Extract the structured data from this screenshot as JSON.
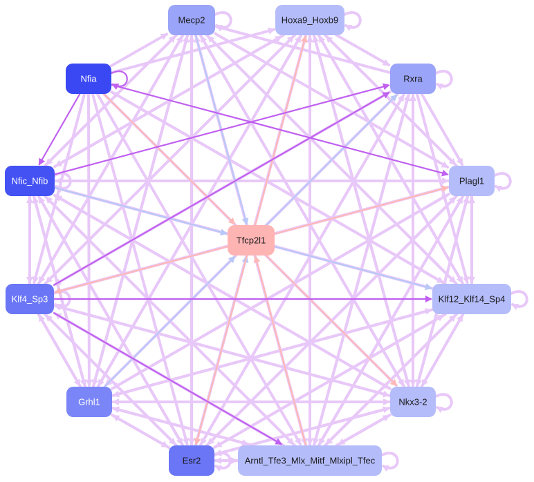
{
  "colors": {
    "edge_default": "#e8c8f8",
    "edge_strong": "#c060f0",
    "edge_blue": "#b8c8f8",
    "edge_salmon": "#ffb8b8"
  },
  "nodes": [
    {
      "id": "mecp2",
      "label": "Mecp2",
      "fill": "#9aa4f8",
      "text": "#1a1a1a"
    },
    {
      "id": "hoxa9",
      "label": "Hoxa9_Hoxb9",
      "fill": "#b4bcfa",
      "text": "#1a1a1a"
    },
    {
      "id": "nfia",
      "label": "Nfia",
      "fill": "#3a48f4",
      "text": "#ffffff"
    },
    {
      "id": "rxra",
      "label": "Rxra",
      "fill": "#9aa4f8",
      "text": "#1a1a1a"
    },
    {
      "id": "nfic",
      "label": "Nfic_Nfib",
      "fill": "#4452f4",
      "text": "#ffffff"
    },
    {
      "id": "plagl1",
      "label": "Plagl1",
      "fill": "#b4bcfa",
      "text": "#1a1a1a"
    },
    {
      "id": "tfcp2l1",
      "label": "Tfcp2l1",
      "fill": "#ffb4b4",
      "text": "#1a1a1a"
    },
    {
      "id": "klf4",
      "label": "Klf4_Sp3",
      "fill": "#6a76f6",
      "text": "#ffffff"
    },
    {
      "id": "klf12",
      "label": "Klf12_Klf14_Sp4",
      "fill": "#b4bcfa",
      "text": "#1a1a1a"
    },
    {
      "id": "grhl1",
      "label": "Grhl1",
      "fill": "#7a86f8",
      "text": "#ffffff"
    },
    {
      "id": "nkx32",
      "label": "Nkx3-2",
      "fill": "#b4bcfa",
      "text": "#1a1a1a"
    },
    {
      "id": "esr2",
      "label": "Esr2",
      "fill": "#6a76f6",
      "text": "#1a1a1a"
    },
    {
      "id": "arntl",
      "label": "Arntl_Tfe3_Mlx_Mitf_Mlxipl_Tfec",
      "fill": "#b4bcfa",
      "text": "#1a1a1a"
    }
  ],
  "edges": [
    {
      "from": "nfia",
      "to": "nfia",
      "kind": "strong"
    },
    {
      "from": "nfia",
      "to": "nfic",
      "kind": "strong"
    },
    {
      "from": "nfia",
      "to": "plagl1",
      "kind": "strong"
    },
    {
      "from": "nfic",
      "to": "rxra",
      "kind": "strong"
    },
    {
      "from": "klf4",
      "to": "klf12",
      "kind": "strong"
    },
    {
      "from": "klf4",
      "to": "arntl",
      "kind": "strong"
    },
    {
      "from": "klf4",
      "to": "rxra",
      "kind": "strong"
    },
    {
      "from": "mecp2",
      "to": "tfcp2l1",
      "kind": "blue"
    },
    {
      "from": "nfic",
      "to": "tfcp2l1",
      "kind": "blue"
    },
    {
      "from": "grhl1",
      "to": "tfcp2l1",
      "kind": "blue"
    },
    {
      "from": "tfcp2l1",
      "to": "rxra",
      "kind": "blue"
    },
    {
      "from": "tfcp2l1",
      "to": "klf12",
      "kind": "blue"
    },
    {
      "from": "esr2",
      "to": "tfcp2l1",
      "kind": "blue"
    },
    {
      "from": "nfia",
      "to": "tfcp2l1",
      "kind": "salmon"
    },
    {
      "from": "tfcp2l1",
      "to": "hoxa9",
      "kind": "salmon"
    },
    {
      "from": "tfcp2l1",
      "to": "plagl1",
      "kind": "salmon"
    },
    {
      "from": "tfcp2l1",
      "to": "klf4",
      "kind": "salmon"
    },
    {
      "from": "tfcp2l1",
      "to": "nkx32",
      "kind": "salmon"
    },
    {
      "from": "tfcp2l1",
      "to": "esr2",
      "kind": "salmon"
    },
    {
      "from": "arntl",
      "to": "tfcp2l1",
      "kind": "salmon"
    },
    {
      "from": "mecp2",
      "to": "mecp2",
      "kind": "default"
    },
    {
      "from": "hoxa9",
      "to": "hoxa9",
      "kind": "default"
    },
    {
      "from": "rxra",
      "to": "rxra",
      "kind": "default"
    },
    {
      "from": "nfic",
      "to": "nfic",
      "kind": "default"
    },
    {
      "from": "plagl1",
      "to": "plagl1",
      "kind": "default"
    },
    {
      "from": "klf4",
      "to": "klf4",
      "kind": "default"
    },
    {
      "from": "klf12",
      "to": "klf12",
      "kind": "default"
    },
    {
      "from": "nkx32",
      "to": "nkx32",
      "kind": "default"
    },
    {
      "from": "esr2",
      "to": "esr2",
      "kind": "default"
    },
    {
      "from": "arntl",
      "to": "arntl",
      "kind": "default"
    },
    {
      "from": "mecp2",
      "to": "klf4",
      "kind": "default"
    },
    {
      "from": "mecp2",
      "to": "grhl1",
      "kind": "default"
    },
    {
      "from": "mecp2",
      "to": "esr2",
      "kind": "default"
    },
    {
      "from": "mecp2",
      "to": "arntl",
      "kind": "default"
    },
    {
      "from": "mecp2",
      "to": "nkx32",
      "kind": "default"
    },
    {
      "from": "mecp2",
      "to": "klf12",
      "kind": "default"
    },
    {
      "from": "mecp2",
      "to": "plagl1",
      "kind": "default"
    },
    {
      "from": "mecp2",
      "to": "nfic",
      "kind": "default"
    },
    {
      "from": "hoxa9",
      "to": "nfic",
      "kind": "default"
    },
    {
      "from": "hoxa9",
      "to": "klf4",
      "kind": "default"
    },
    {
      "from": "hoxa9",
      "to": "grhl1",
      "kind": "default"
    },
    {
      "from": "hoxa9",
      "to": "esr2",
      "kind": "default"
    },
    {
      "from": "hoxa9",
      "to": "arntl",
      "kind": "default"
    },
    {
      "from": "hoxa9",
      "to": "nkx32",
      "kind": "default"
    },
    {
      "from": "hoxa9",
      "to": "klf12",
      "kind": "default"
    },
    {
      "from": "hoxa9",
      "to": "rxra",
      "kind": "default"
    },
    {
      "from": "hoxa9",
      "to": "plagl1",
      "kind": "default"
    },
    {
      "from": "nfia",
      "to": "klf4",
      "kind": "default"
    },
    {
      "from": "nfia",
      "to": "grhl1",
      "kind": "default"
    },
    {
      "from": "nfia",
      "to": "esr2",
      "kind": "default"
    },
    {
      "from": "nfia",
      "to": "arntl",
      "kind": "default"
    },
    {
      "from": "nfia",
      "to": "nkx32",
      "kind": "default"
    },
    {
      "from": "nfia",
      "to": "klf12",
      "kind": "default"
    },
    {
      "from": "nfia",
      "to": "mecp2",
      "kind": "default"
    },
    {
      "from": "nfia",
      "to": "hoxa9",
      "kind": "default"
    },
    {
      "from": "rxra",
      "to": "klf12",
      "kind": "default"
    },
    {
      "from": "rxra",
      "to": "nkx32",
      "kind": "default"
    },
    {
      "from": "rxra",
      "to": "arntl",
      "kind": "default"
    },
    {
      "from": "rxra",
      "to": "esr2",
      "kind": "default"
    },
    {
      "from": "rxra",
      "to": "grhl1",
      "kind": "default"
    },
    {
      "from": "rxra",
      "to": "klf4",
      "kind": "default"
    },
    {
      "from": "rxra",
      "to": "plagl1",
      "kind": "default"
    },
    {
      "from": "rxra",
      "to": "mecp2",
      "kind": "default"
    },
    {
      "from": "nfic",
      "to": "klf4",
      "kind": "default"
    },
    {
      "from": "nfic",
      "to": "grhl1",
      "kind": "default"
    },
    {
      "from": "nfic",
      "to": "esr2",
      "kind": "default"
    },
    {
      "from": "nfic",
      "to": "arntl",
      "kind": "default"
    },
    {
      "from": "nfic",
      "to": "nkx32",
      "kind": "default"
    },
    {
      "from": "nfic",
      "to": "klf12",
      "kind": "default"
    },
    {
      "from": "nfic",
      "to": "plagl1",
      "kind": "default"
    },
    {
      "from": "nfic",
      "to": "mecp2",
      "kind": "default"
    },
    {
      "from": "nfic",
      "to": "hoxa9",
      "kind": "default"
    },
    {
      "from": "plagl1",
      "to": "klf12",
      "kind": "default"
    },
    {
      "from": "plagl1",
      "to": "nkx32",
      "kind": "default"
    },
    {
      "from": "plagl1",
      "to": "arntl",
      "kind": "default"
    },
    {
      "from": "plagl1",
      "to": "esr2",
      "kind": "default"
    },
    {
      "from": "plagl1",
      "to": "grhl1",
      "kind": "default"
    },
    {
      "from": "plagl1",
      "to": "klf4",
      "kind": "default"
    },
    {
      "from": "plagl1",
      "to": "nfic",
      "kind": "default"
    },
    {
      "from": "plagl1",
      "to": "hoxa9",
      "kind": "default"
    },
    {
      "from": "klf4",
      "to": "nfic",
      "kind": "default"
    },
    {
      "from": "klf4",
      "to": "grhl1",
      "kind": "default"
    },
    {
      "from": "klf4",
      "to": "esr2",
      "kind": "default"
    },
    {
      "from": "klf4",
      "to": "nkx32",
      "kind": "default"
    },
    {
      "from": "klf4",
      "to": "plagl1",
      "kind": "default"
    },
    {
      "from": "klf4",
      "to": "mecp2",
      "kind": "default"
    },
    {
      "from": "klf4",
      "to": "hoxa9",
      "kind": "default"
    },
    {
      "from": "klf12",
      "to": "arntl",
      "kind": "default"
    },
    {
      "from": "klf12",
      "to": "esr2",
      "kind": "default"
    },
    {
      "from": "klf12",
      "to": "grhl1",
      "kind": "default"
    },
    {
      "from": "klf12",
      "to": "nkx32",
      "kind": "default"
    },
    {
      "from": "klf12",
      "to": "plagl1",
      "kind": "default"
    },
    {
      "from": "klf12",
      "to": "nfic",
      "kind": "default"
    },
    {
      "from": "klf12",
      "to": "mecp2",
      "kind": "default"
    },
    {
      "from": "klf12",
      "to": "hoxa9",
      "kind": "default"
    },
    {
      "from": "klf12",
      "to": "nfia",
      "kind": "default"
    },
    {
      "from": "grhl1",
      "to": "klf4",
      "kind": "default"
    },
    {
      "from": "grhl1",
      "to": "esr2",
      "kind": "default"
    },
    {
      "from": "grhl1",
      "to": "arntl",
      "kind": "default"
    },
    {
      "from": "grhl1",
      "to": "nkx32",
      "kind": "default"
    },
    {
      "from": "grhl1",
      "to": "klf12",
      "kind": "default"
    },
    {
      "from": "grhl1",
      "to": "plagl1",
      "kind": "default"
    },
    {
      "from": "grhl1",
      "to": "mecp2",
      "kind": "default"
    },
    {
      "from": "grhl1",
      "to": "hoxa9",
      "kind": "default"
    },
    {
      "from": "grhl1",
      "to": "nfic",
      "kind": "default"
    },
    {
      "from": "nkx32",
      "to": "arntl",
      "kind": "default"
    },
    {
      "from": "nkx32",
      "to": "esr2",
      "kind": "default"
    },
    {
      "from": "nkx32",
      "to": "grhl1",
      "kind": "default"
    },
    {
      "from": "nkx32",
      "to": "klf4",
      "kind": "default"
    },
    {
      "from": "nkx32",
      "to": "klf12",
      "kind": "default"
    },
    {
      "from": "nkx32",
      "to": "plagl1",
      "kind": "default"
    },
    {
      "from": "nkx32",
      "to": "nfic",
      "kind": "default"
    },
    {
      "from": "nkx32",
      "to": "mecp2",
      "kind": "default"
    },
    {
      "from": "nkx32",
      "to": "hoxa9",
      "kind": "default"
    },
    {
      "from": "nkx32",
      "to": "rxra",
      "kind": "default"
    },
    {
      "from": "esr2",
      "to": "arntl",
      "kind": "default"
    },
    {
      "from": "esr2",
      "to": "grhl1",
      "kind": "default"
    },
    {
      "from": "esr2",
      "to": "klf4",
      "kind": "default"
    },
    {
      "from": "esr2",
      "to": "klf12",
      "kind": "default"
    },
    {
      "from": "esr2",
      "to": "plagl1",
      "kind": "default"
    },
    {
      "from": "esr2",
      "to": "nfic",
      "kind": "default"
    },
    {
      "from": "esr2",
      "to": "mecp2",
      "kind": "default"
    },
    {
      "from": "esr2",
      "to": "hoxa9",
      "kind": "default"
    },
    {
      "from": "esr2",
      "to": "rxra",
      "kind": "default"
    },
    {
      "from": "esr2",
      "to": "nkx32",
      "kind": "default"
    },
    {
      "from": "arntl",
      "to": "esr2",
      "kind": "default"
    },
    {
      "from": "arntl",
      "to": "grhl1",
      "kind": "default"
    },
    {
      "from": "arntl",
      "to": "klf4",
      "kind": "default"
    },
    {
      "from": "arntl",
      "to": "klf12",
      "kind": "default"
    },
    {
      "from": "arntl",
      "to": "plagl1",
      "kind": "default"
    },
    {
      "from": "arntl",
      "to": "nfic",
      "kind": "default"
    },
    {
      "from": "arntl",
      "to": "mecp2",
      "kind": "default"
    },
    {
      "from": "arntl",
      "to": "hoxa9",
      "kind": "default"
    },
    {
      "from": "arntl",
      "to": "rxra",
      "kind": "default"
    },
    {
      "from": "arntl",
      "to": "nkx32",
      "kind": "default"
    }
  ]
}
